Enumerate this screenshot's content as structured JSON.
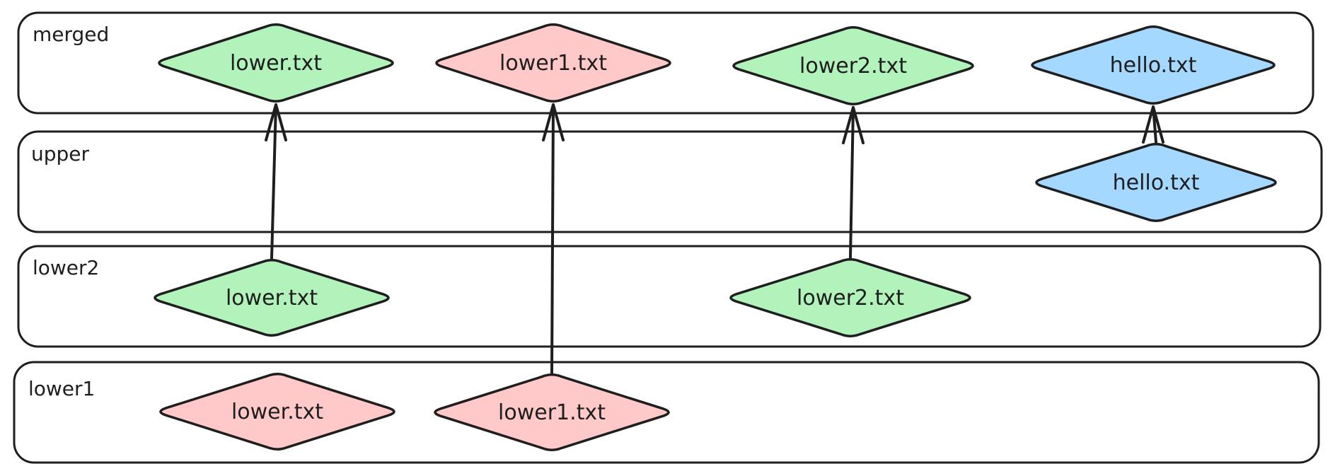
{
  "colors": {
    "green": "#b2f2bb",
    "red": "#ffc9c9",
    "blue": "#a5d8ff",
    "stroke": "#1e1e1e"
  },
  "lanes": [
    {
      "id": "merged",
      "label": "merged"
    },
    {
      "id": "upper",
      "label": "upper"
    },
    {
      "id": "lower2",
      "label": "lower2"
    },
    {
      "id": "lower1",
      "label": "lower1"
    }
  ],
  "nodes": [
    {
      "id": "merged-lower",
      "lane": "merged",
      "label": "lower.txt",
      "color": "green"
    },
    {
      "id": "merged-lower1",
      "lane": "merged",
      "label": "lower1.txt",
      "color": "red"
    },
    {
      "id": "merged-lower2",
      "lane": "merged",
      "label": "lower2.txt",
      "color": "green"
    },
    {
      "id": "merged-hello",
      "lane": "merged",
      "label": "hello.txt",
      "color": "blue"
    },
    {
      "id": "upper-hello",
      "lane": "upper",
      "label": "hello.txt",
      "color": "blue"
    },
    {
      "id": "lower2-lower",
      "lane": "lower2",
      "label": "lower.txt",
      "color": "green"
    },
    {
      "id": "lower2-lower2",
      "lane": "lower2",
      "label": "lower2.txt",
      "color": "green"
    },
    {
      "id": "lower1-lower",
      "lane": "lower1",
      "label": "lower.txt",
      "color": "red"
    },
    {
      "id": "lower1-lower1",
      "lane": "lower1",
      "label": "lower1.txt",
      "color": "red"
    }
  ],
  "edges": [
    {
      "from": "lower2-lower",
      "to": "merged-lower"
    },
    {
      "from": "lower1-lower1",
      "to": "merged-lower1"
    },
    {
      "from": "lower2-lower2",
      "to": "merged-lower2"
    },
    {
      "from": "upper-hello",
      "to": "merged-hello"
    }
  ]
}
